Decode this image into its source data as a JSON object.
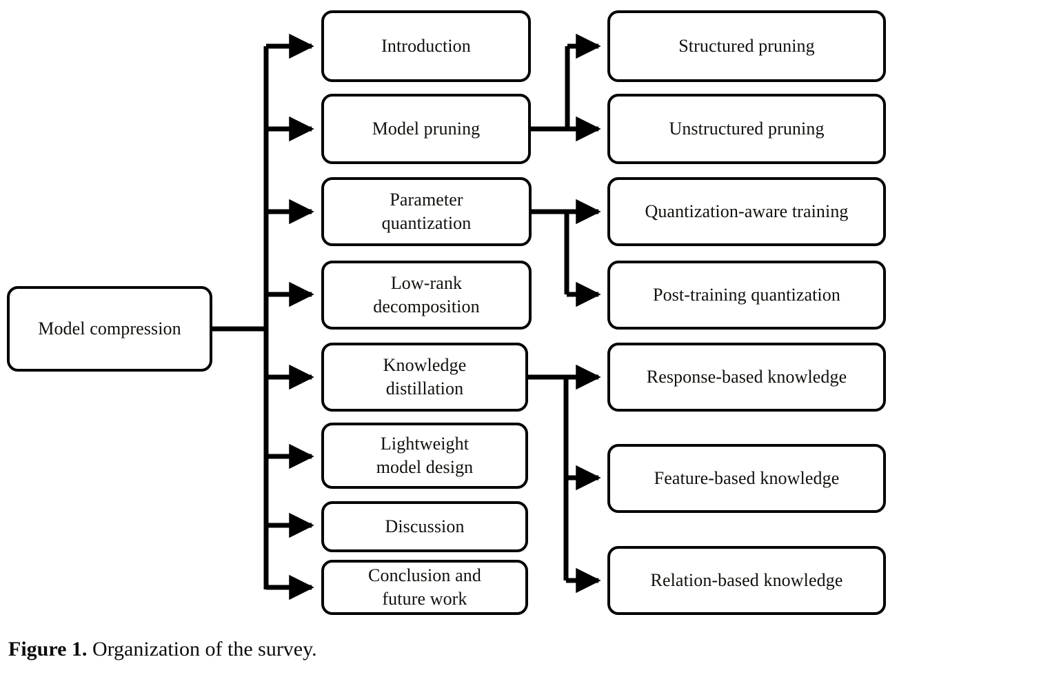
{
  "figure": {
    "caption_label": "Figure 1.",
    "caption_text": " Organization of the survey.",
    "title": "Organization of the survey"
  },
  "diagram": {
    "type": "tree",
    "orientation": "left-to-right",
    "line_color": "#000000",
    "box_fill": "#ffffff",
    "text_color": "#12100c",
    "root": {
      "label": "Model compression"
    },
    "sections": [
      {
        "label": "Introduction",
        "subsections": []
      },
      {
        "label": "Model pruning",
        "subsections": [
          "Structured pruning",
          "Unstructured pruning"
        ]
      },
      {
        "label": "Parameter\nquantization",
        "subsections": [
          "Quantization-aware training",
          "Post-training quantization"
        ]
      },
      {
        "label": "Low-rank\ndecomposition",
        "subsections": []
      },
      {
        "label": "Knowledge\ndistillation",
        "subsections": [
          "Response-based knowledge",
          "Feature-based knowledge",
          "Relation-based knowledge"
        ]
      },
      {
        "label": "Lightweight\nmodel design",
        "subsections": []
      },
      {
        "label": "Discussion",
        "subsections": []
      },
      {
        "label": "Conclusion and\nfuture work",
        "subsections": []
      }
    ],
    "level3": [
      {
        "label": "Structured pruning"
      },
      {
        "label": "Unstructured pruning"
      },
      {
        "label": "Quantization-aware training"
      },
      {
        "label": "Post-training quantization"
      },
      {
        "label": "Response-based knowledge"
      },
      {
        "label": "Feature-based knowledge"
      },
      {
        "label": "Relation-based knowledge"
      }
    ]
  }
}
